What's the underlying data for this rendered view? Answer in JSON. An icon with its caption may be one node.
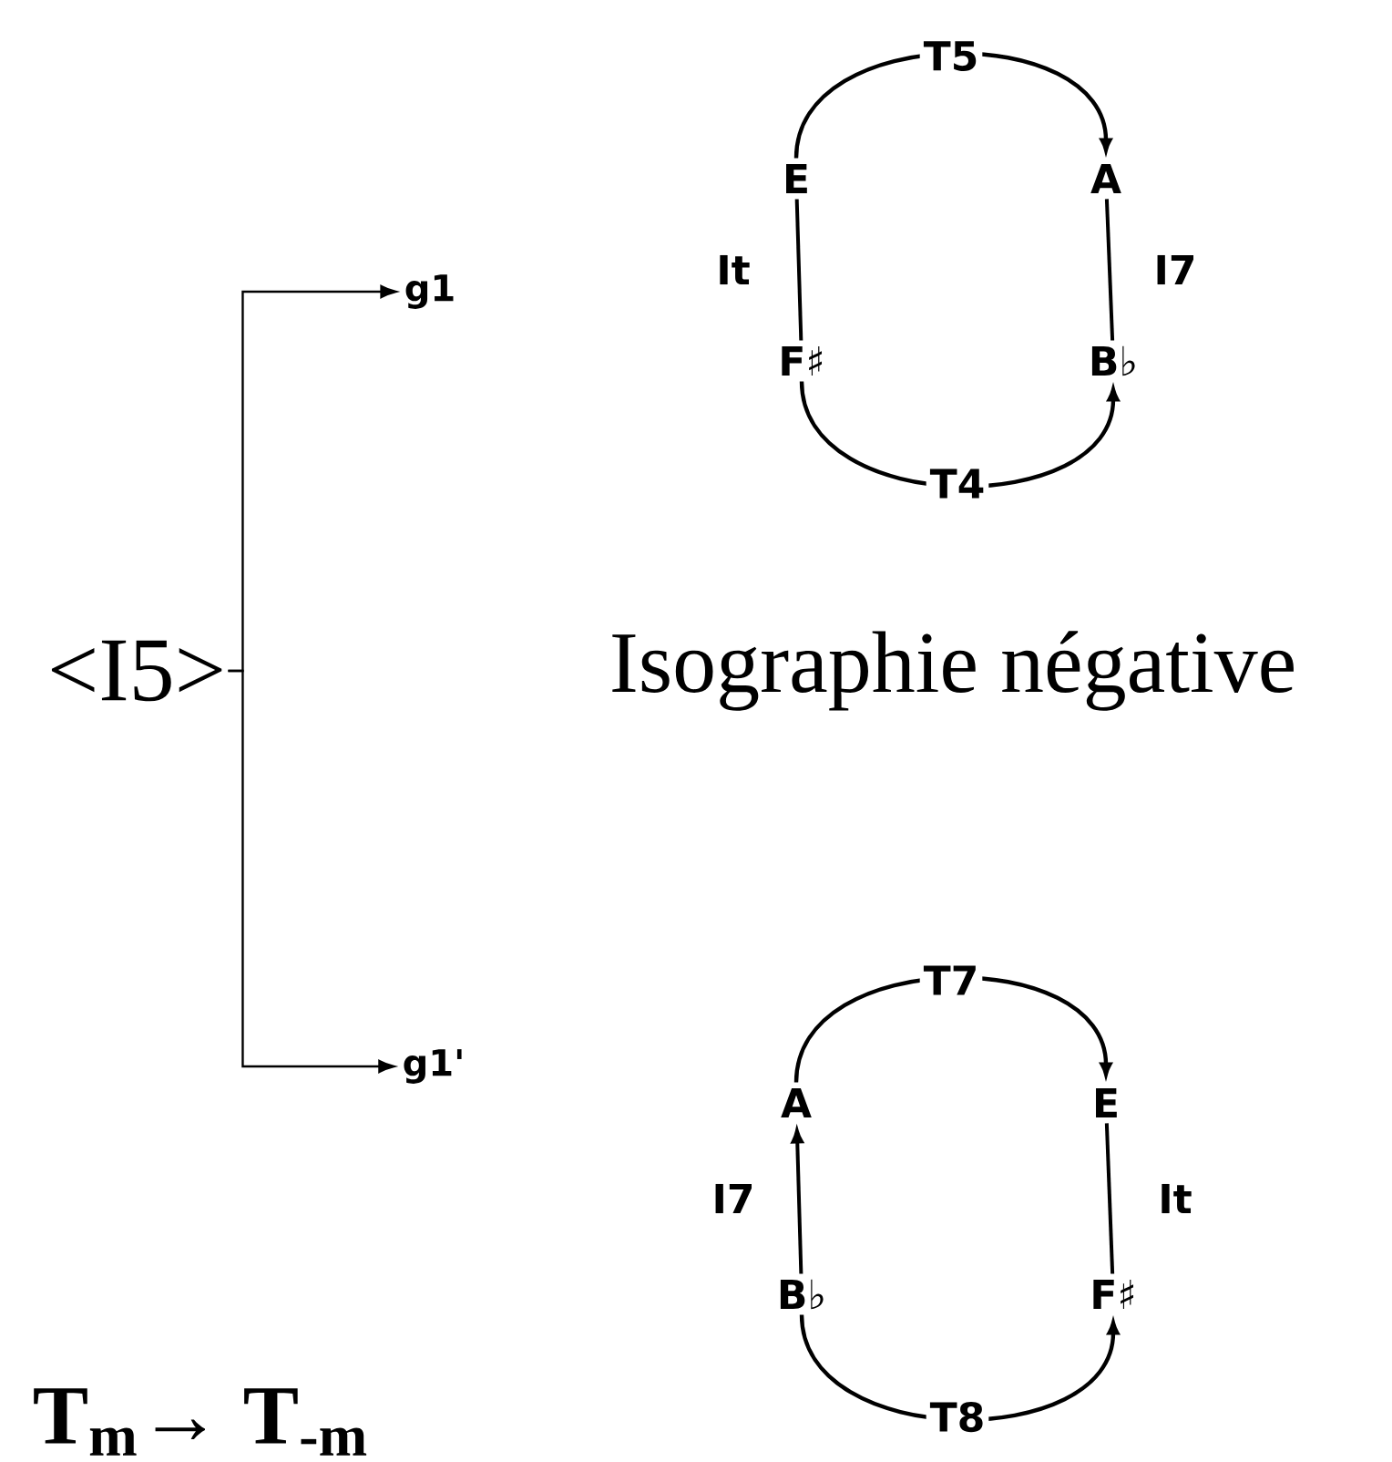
{
  "diagram": {
    "nodes": [
      {
        "text": [
          "<I5>"
        ]
      },
      {
        "text": [
          "g1"
        ]
      },
      {
        "text": [
          "g1'"
        ]
      },
      {
        "text": [
          "E"
        ]
      },
      {
        "text": [
          "A"
        ]
      },
      {
        "text": [
          "F♯"
        ]
      },
      {
        "text": [
          "B♭"
        ]
      },
      {
        "text": [
          "A"
        ]
      },
      {
        "text": [
          "E"
        ]
      },
      {
        "text": [
          "B♭"
        ]
      },
      {
        "text": [
          "F♯"
        ]
      }
    ],
    "edges": [
      {
        "from": 0,
        "to": 1,
        "arrow": "to"
      },
      {
        "from": 0,
        "to": 2,
        "arrow": "to"
      },
      {
        "from": 3,
        "to": 4,
        "arrow": "to",
        "label": "T5"
      },
      {
        "from": 3,
        "to": 5,
        "arrow": "none",
        "label": "It"
      },
      {
        "from": 6,
        "to": 4,
        "arrow": "none",
        "label": "I7"
      },
      {
        "from": 5,
        "to": 6,
        "arrow": "to",
        "label": "T4"
      },
      {
        "from": 7,
        "to": 8,
        "arrow": "to",
        "label": "T7"
      },
      {
        "from": 9,
        "to": 7,
        "arrow": "to",
        "label": "I7"
      },
      {
        "from": 8,
        "to": 10,
        "arrow": "none",
        "label": "It"
      },
      {
        "from": 9,
        "to": 10,
        "arrow": "to",
        "label": "T8"
      }
    ],
    "labels": [
      "Isographie négative",
      "T$_{m}$→ T$_{-m}$"
    ]
  }
}
